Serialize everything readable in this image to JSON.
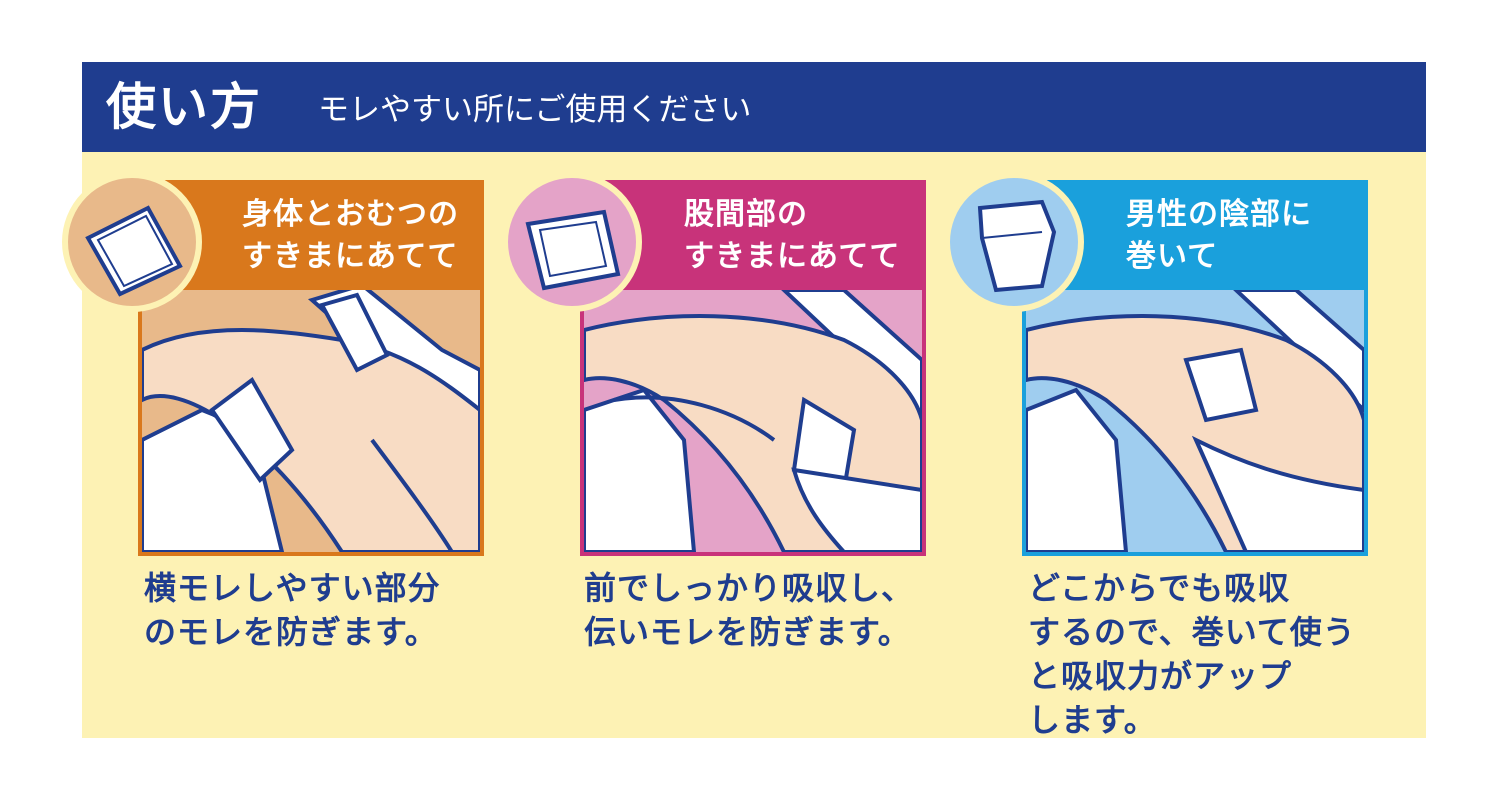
{
  "header": {
    "title": "使い方",
    "subtitle": "モレやすい所にご使用ください"
  },
  "colors": {
    "header_bg": "#1f3d8f",
    "panel_bg": "#fdf2b4",
    "card1": "#d9781c",
    "card1_light": "#e8b98a",
    "card2": "#c8337a",
    "card2_light": "#e4a3c8",
    "card3": "#1aa0dc",
    "card3_light": "#9fcdef",
    "skin": "#f8dcc4",
    "text_blue": "#1f3d8f"
  },
  "cards": [
    {
      "label": "身体とおむつの\nすきまにあてて",
      "description": "横モレしやすい部分\nのモレを防ぎます。",
      "icon": "square-pad-icon"
    },
    {
      "label": "股間部の\nすきまにあてて",
      "description": "前でしっかり吸収し、\n伝いモレを防ぎます。",
      "icon": "folded-pad-icon"
    },
    {
      "label": "男性の陰部に\n巻いて",
      "description": "どこからでも吸収\nするので、巻いて使う\nと吸収力がアップ\nします。",
      "icon": "wrapped-pad-icon"
    }
  ]
}
